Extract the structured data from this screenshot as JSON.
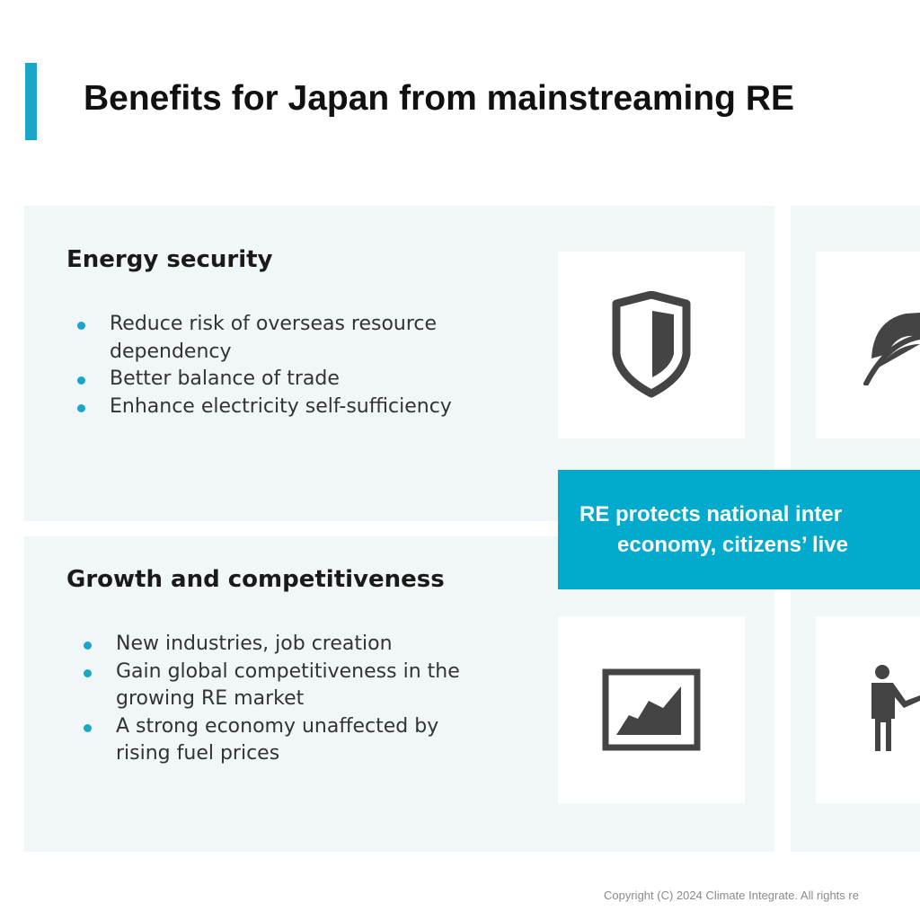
{
  "title": "Benefits for Japan from mainstreaming RE",
  "sections": [
    {
      "heading": "Energy security",
      "bullets": [
        "Reduce risk of overseas resource dependency",
        "Better balance of trade",
        "Enhance electricity self-sufficiency"
      ]
    },
    {
      "heading": "Growth and competitiveness",
      "bullets": [
        "New industries, job creation",
        "Gain global competitiveness in the growing RE market",
        "A strong economy unaffected by rising fuel prices"
      ]
    }
  ],
  "banner": {
    "line1": "RE protects national inter",
    "line2": "economy, citizens’ live"
  },
  "icons": [
    "shield-icon",
    "leaf-icon",
    "chart-icon",
    "person-presenting-icon"
  ],
  "copyright": "Copyright (C) 2024 Climate Integrate. All rights re",
  "colors": {
    "accent": "#1aa6c8",
    "banner": "#02abcd",
    "panel": "#f1f6f9",
    "icon": "#444444"
  }
}
